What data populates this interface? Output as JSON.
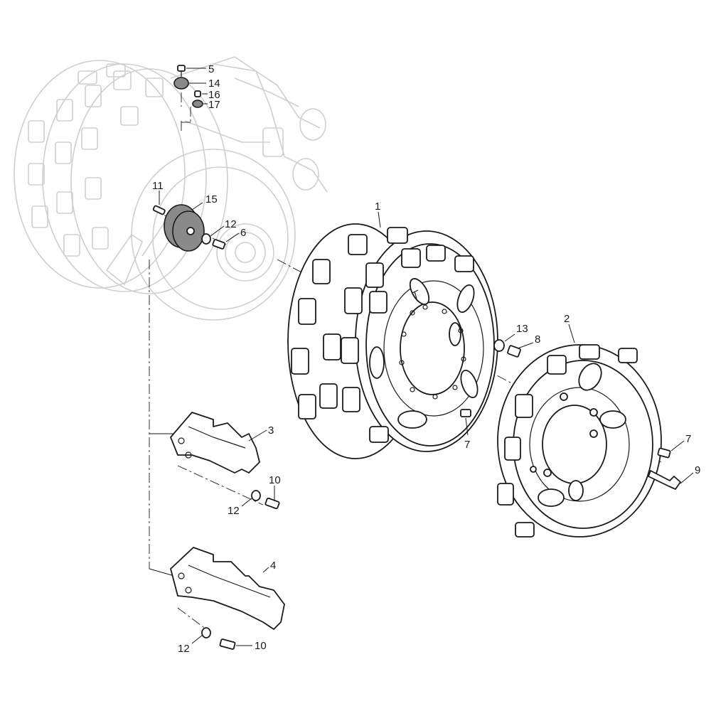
{
  "callouts": {
    "c1": "1",
    "c2": "2",
    "c3": "3",
    "c4": "4",
    "c5": "5",
    "c6": "6",
    "c7a": "7",
    "c7b": "7",
    "c8": "8",
    "c9": "9",
    "c10a": "10",
    "c10b": "10",
    "c11": "11",
    "c12a": "12",
    "c12b": "12",
    "c12c": "12",
    "c13": "13",
    "c14": "14",
    "c15": "15",
    "c16": "16",
    "c17": "17"
  },
  "colors": {
    "line": "#1a1a1a",
    "ghost": "#cfcfcf",
    "highlight_part": "#8a8a8a"
  },
  "icons": {
    "background_assembly": "gear-drum-ghost",
    "drive_wheel": "track-sprocket-wheel"
  }
}
